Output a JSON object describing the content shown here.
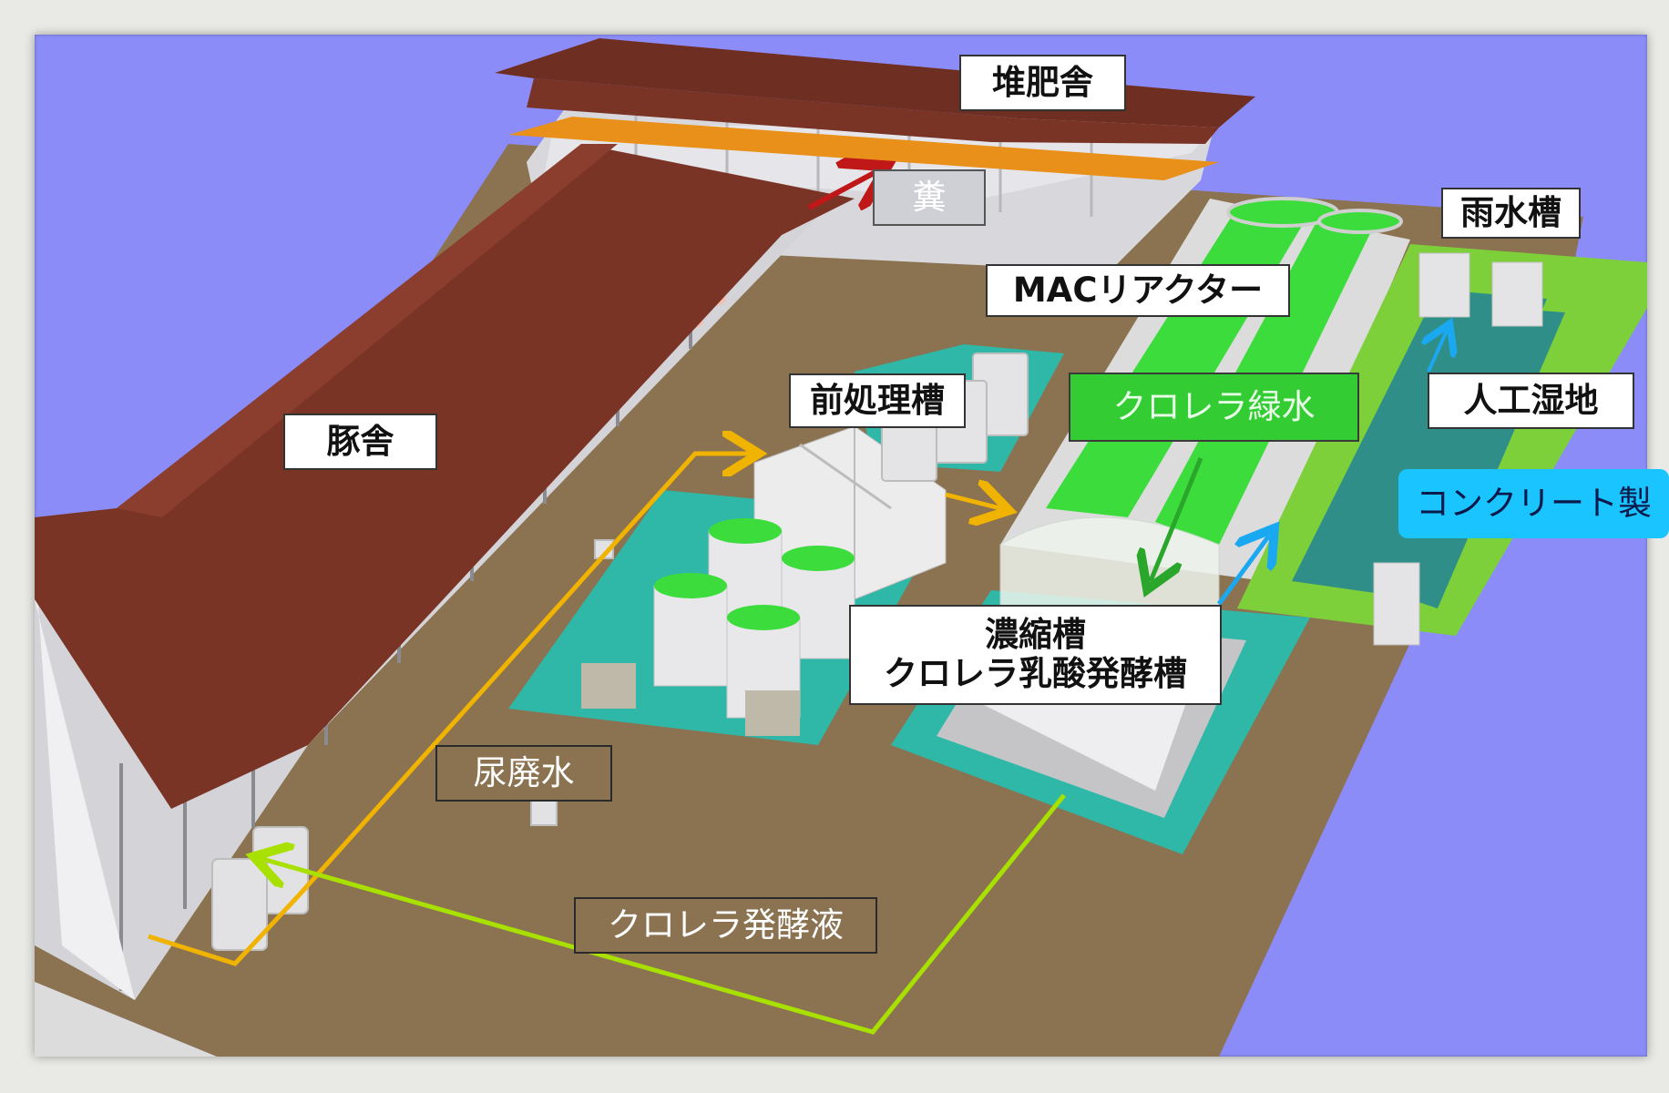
{
  "labels": {
    "compost_house": "堆肥舎",
    "dung": "糞",
    "rainwater_tank": "雨水槽",
    "mac_reactor": "MACリアクター",
    "pretreatment_tank": "前処理槽",
    "pig_house": "豚舎",
    "chlorella_green_water": "クロレラ緑水",
    "constructed_wetland": "人工湿地",
    "concrete": "コンクリート製",
    "concentration_tank": "濃縮槽",
    "fermentation_tank": "クロレラ乳酸発酵槽",
    "urine_wastewater": "尿廃水",
    "fermented_liquid": "クロレラ発酵液"
  },
  "colors": {
    "sky": "#8c8cf8",
    "ground": "#8b7250",
    "roof": "#7a3426",
    "pad": "#2fb8a8",
    "algae": "#3ddc3d",
    "wetland_grass": "#7ed03a",
    "flow_urine": "#f0b400",
    "flow_dung": "#c01818",
    "flow_chlorella": "#2aa62a",
    "flow_ferment": "#a8e000",
    "flow_water": "#1aa8f0"
  }
}
